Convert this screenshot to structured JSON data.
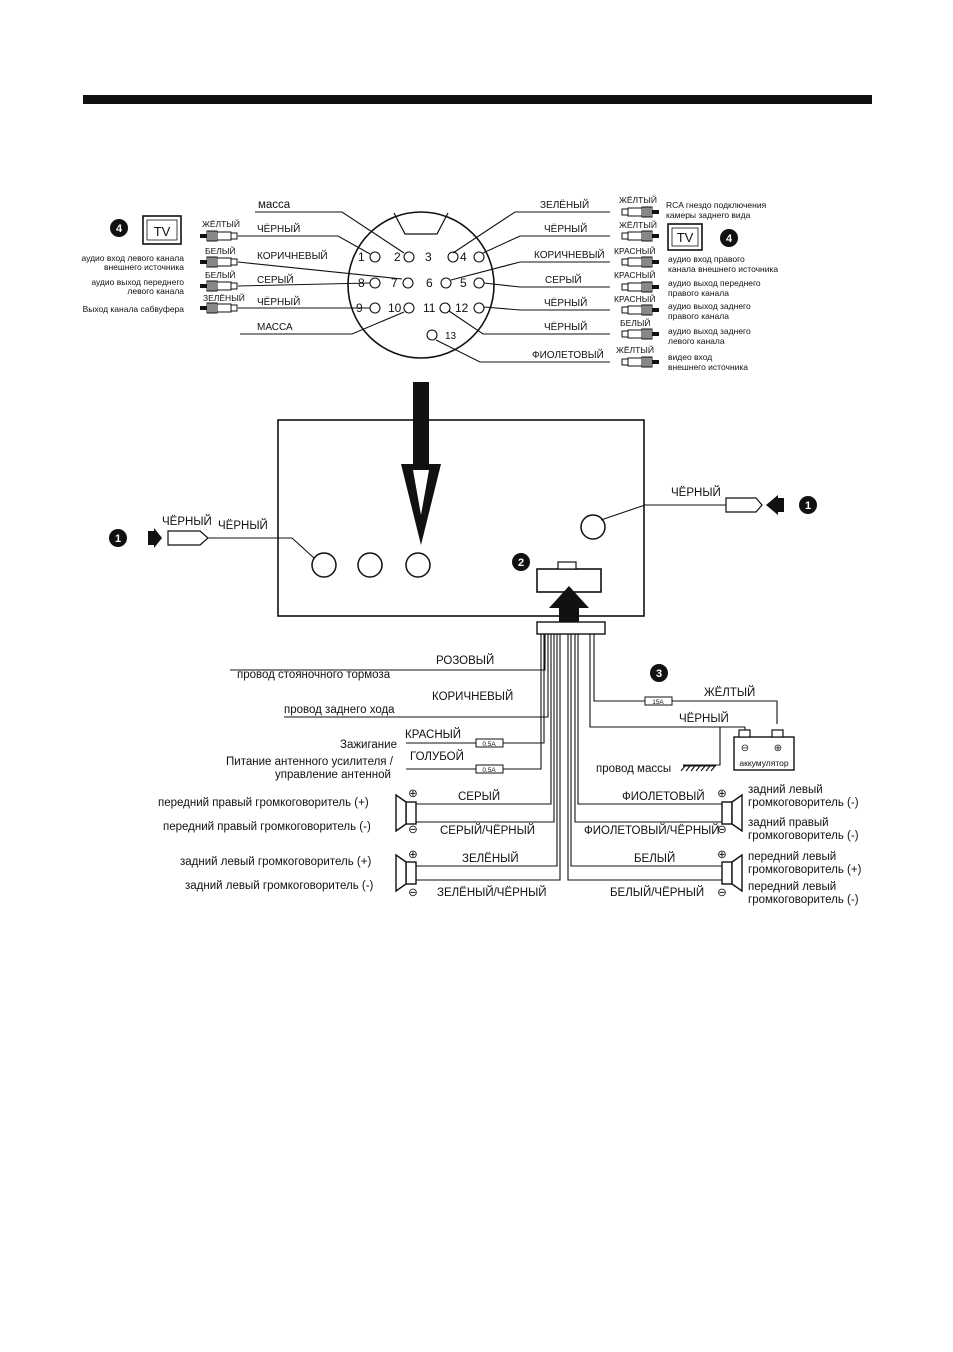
{
  "din": {
    "pins": [
      "1",
      "2",
      "3",
      "4",
      "5",
      "6",
      "7",
      "8",
      "9",
      "10",
      "11",
      "12",
      "13"
    ],
    "left_wires": [
      "масса",
      "ЧЁРНЫЙ",
      "КОРИЧНЕВЫЙ",
      "СЕРЫЙ",
      "ЧЁРНЫЙ",
      "МАССА"
    ],
    "left_rca_colors": [
      "ЖЁЛТЫЙ",
      "БЕЛЫЙ",
      "БЕЛЫЙ",
      "ЗЕЛЁНЫЙ"
    ],
    "left_desc": [
      {
        "line1": "аудио вход левого канала",
        "line2": "внешнего источника"
      },
      {
        "line1": "аудио выход переднего",
        "line2": "левого канала"
      },
      {
        "line1": "Выход канала сабвуфера",
        "line2": ""
      }
    ],
    "right_wires": [
      "ЗЕЛЁНЫЙ",
      "ЧЁРНЫЙ",
      "КОРИЧНЕВЫЙ",
      "СЕРЫЙ",
      "ЧЁРНЫЙ",
      "ЧЁРНЫЙ",
      "ФИОЛЕТОВЫЙ"
    ],
    "right_rca_colors": [
      "ЖЁЛТЫЙ",
      "ЖЁЛТЫЙ",
      "КРАСНЫЙ",
      "КРАСНЫЙ",
      "КРАСНЫЙ",
      "БЕЛЫЙ",
      "ЖЁЛТЫЙ"
    ],
    "right_desc": [
      {
        "line1": "RCA гнездо подключения",
        "line2": "камеры заднего вида"
      },
      {
        "line1": "аудио вход правого",
        "line2": "канала внешнего источника"
      },
      {
        "line1": "аудио выход переднего",
        "line2": "правого канала"
      },
      {
        "line1": "аудио выход заднего",
        "line2": "правого канала"
      },
      {
        "line1": "аудио выход заднего",
        "line2": "левого канала"
      },
      {
        "line1": "видео вход",
        "line2": "внешнего источника"
      }
    ],
    "tv_label": "TV",
    "badge_4": "4"
  },
  "unit": {
    "black_left_a": "ЧЁРНЫЙ",
    "black_left_b": "ЧЁРНЫЙ",
    "black_right": "ЧЁРНЫЙ",
    "badge_1": "1",
    "badge_2": "2",
    "badge_3": "3"
  },
  "harness": {
    "pink": "РОЗОВЫЙ",
    "parking": "провод стояночного тормоза",
    "brown": "КОРИЧНЕВЫЙ",
    "reverse": "провод заднего хода",
    "red": "КРАСНЫЙ",
    "ignition": "Зажигание",
    "blue": "ГОЛУБОЙ",
    "antenna_1": "Питание антенного усилителя /",
    "antenna_2": "управление антенной",
    "fuse_05": "0.5A",
    "fuse_15": "15A",
    "yellow": "ЖЁЛТЫЙ",
    "black": "ЧЁРНЫЙ",
    "ground": "провод массы",
    "battery": "аккумулятор",
    "gray": "СЕРЫЙ",
    "gray_black": "СЕРЫЙ/ЧЁРНЫЙ",
    "green": "ЗЕЛЁНЫЙ",
    "green_black": "ЗЕЛЁНЫЙ/ЧЁРНЫЙ",
    "violet": "ФИОЛЕТОВЫЙ",
    "violet_black": "ФИОЛЕТОВЫЙ/ЧЁРНЫЙ",
    "white": "БЕЛЫЙ",
    "white_black": "БЕЛЫЙ/ЧЁРНЫЙ",
    "fr_plus": "передний правый громкоговоритель (+)",
    "fr_minus": "передний правый громкоговоритель (-)",
    "rl_plus": "задний левый громкоговоритель (+)",
    "rl_minus": "задний левый громкоговоритель (-)",
    "right_rl_1": "задний левый",
    "right_rl_2": "громкоговоритель (-)",
    "right_rr_1": "задний правый",
    "right_rr_2": "громкоговоритель (-)",
    "right_fl_plus_1": "передний левый",
    "right_fl_plus_2": "громкоговоритель (+)",
    "right_fl_minus_1": "передний левый",
    "right_fl_minus_2": "громкоговоритель (-)"
  }
}
